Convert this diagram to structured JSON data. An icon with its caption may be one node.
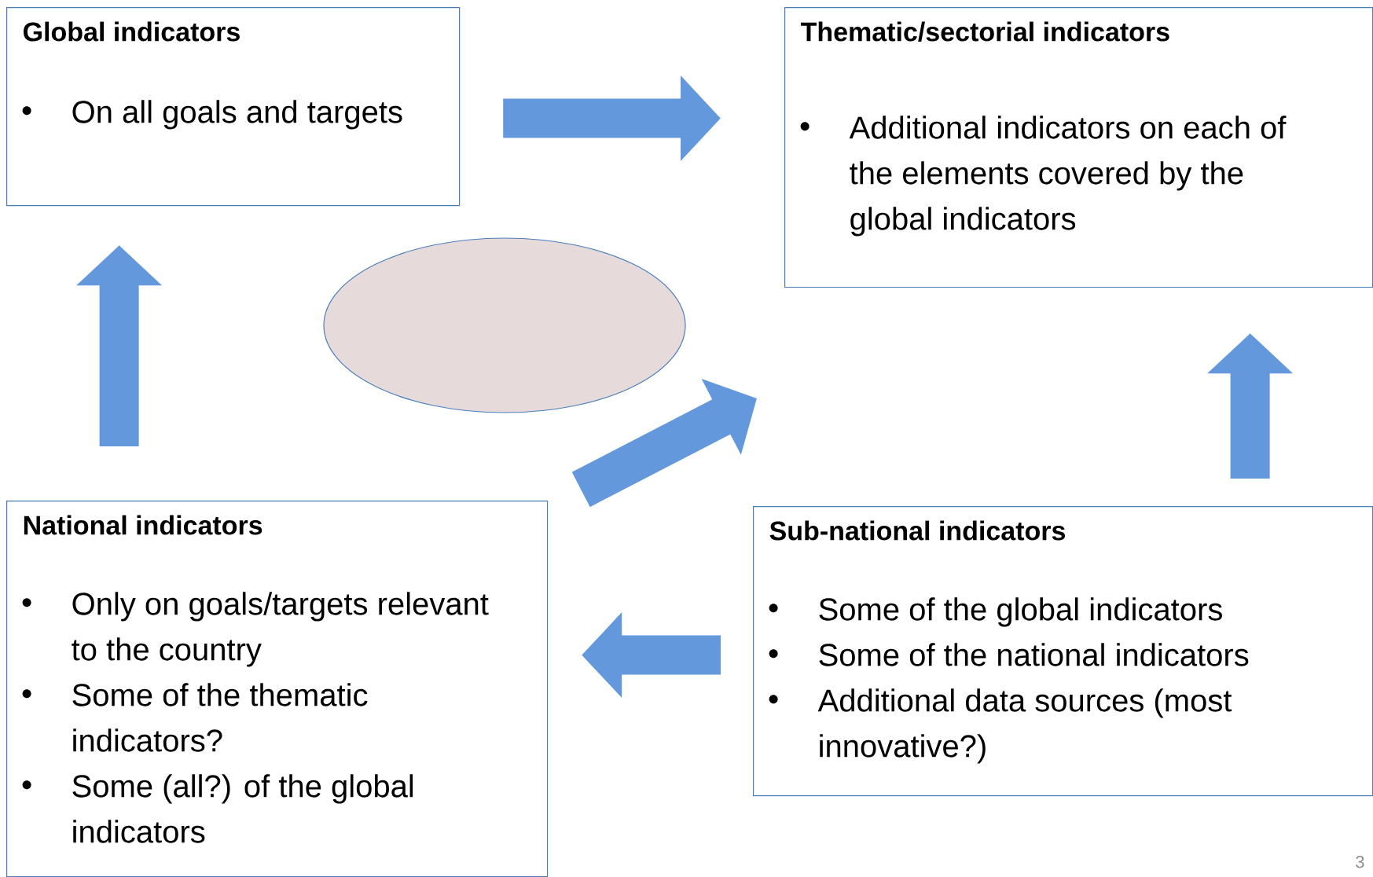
{
  "diagram": {
    "nodes": [
      {
        "text": [
          "Global indicators",
          "On all goals and targets"
        ]
      },
      {
        "text": [
          "Thematic/sectorial indicators",
          "Additional indicators on each of the elements covered by the global indicators"
        ]
      },
      {
        "text": [
          "National indicators",
          "Only on goals/targets relevant to the country",
          "Some of the thematic indicators?",
          "Some (all?) of the global indicators"
        ]
      },
      {
        "text": [
          "Sub-national indicators",
          "Some of the global indicators",
          "Some of the national indicators",
          "Additional data sources (most innovative?)"
        ]
      },
      {
        "text": [],
        "shape": "ellipse"
      }
    ],
    "edges": [
      {
        "from": 0,
        "to": 1,
        "arrow": "to"
      },
      {
        "from": 3,
        "to": 1,
        "arrow": "to"
      },
      {
        "from": 3,
        "to": 2,
        "arrow": "to"
      },
      {
        "from": 2,
        "to": 0,
        "arrow": "to"
      },
      {
        "from": 2,
        "to": null,
        "arrow": "to"
      }
    ],
    "labels": [
      "3"
    ]
  }
}
